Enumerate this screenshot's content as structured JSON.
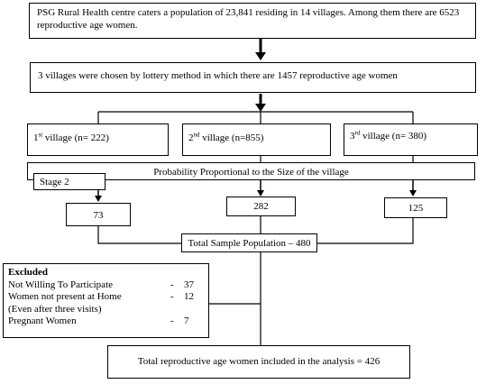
{
  "top_box": "PSG Rural Health centre caters a population of 23,841 residing in 14 villages.  Among them there are 6523 reproductive age women.",
  "second_box": "3 villages were chosen by lottery method in which there are 1457 reproductive age women",
  "villages": [
    {
      "num": "1",
      "sup": "st",
      "label": " village (n= 222)"
    },
    {
      "num": "2",
      "sup": "nd",
      "label": " village (n=855)"
    },
    {
      "num": "3",
      "sup": "rd",
      "label": " village (n= 380)"
    }
  ],
  "probability_box": "Probability Proportional to the Size of the village",
  "stage_box": "Stage 2",
  "samples": [
    "73",
    "282",
    "125"
  ],
  "total_sample": "Total Sample Population – 480",
  "excluded": {
    "title": "Excluded",
    "items": [
      {
        "label": "Not Willing To Participate",
        "dash": "-",
        "value": "37"
      },
      {
        "label": "Women not present at Home",
        "dash": "-",
        "value": "12"
      },
      {
        "label": "(Even after three visits)",
        "dash": "",
        "value": ""
      },
      {
        "label": "Pregnant Women",
        "dash": "-",
        "value": "7"
      }
    ]
  },
  "final_box": "Total reproductive age women included in the analysis = 426"
}
